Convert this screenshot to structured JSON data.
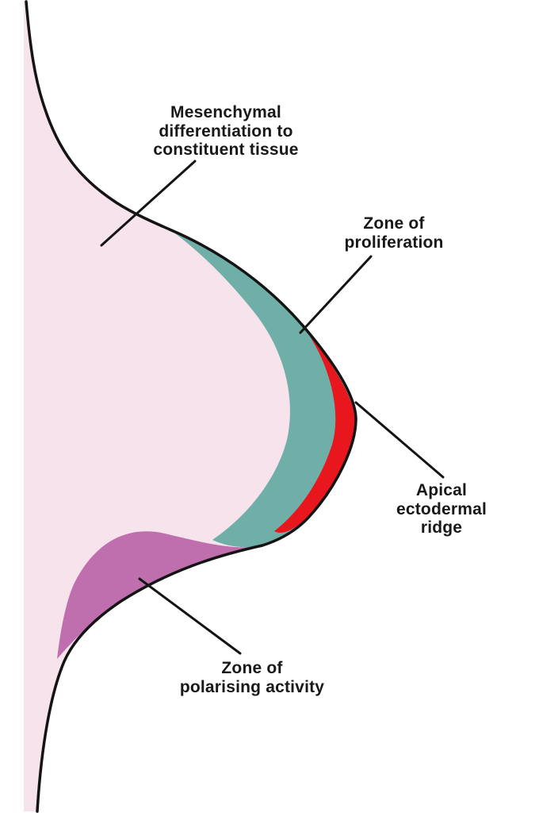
{
  "labels": {
    "mesenchymal": {
      "text": "Mesenchymal\ndifferentiation to\nconstituent tissue"
    },
    "proliferation": {
      "text": "Zone of\nproliferation"
    },
    "aer": {
      "text": "Apical ectodermal\nridge"
    },
    "zpa": {
      "text": "Zone of\npolarising activity"
    }
  },
  "colors": {
    "background": "#ffffff",
    "mesenchyme_fill": "#f6e3ec",
    "proliferation_fill": "#6fafa7",
    "aer_fill": "#e8161d",
    "zpa_fill": "#bf6fae",
    "outline": "#141414"
  }
}
